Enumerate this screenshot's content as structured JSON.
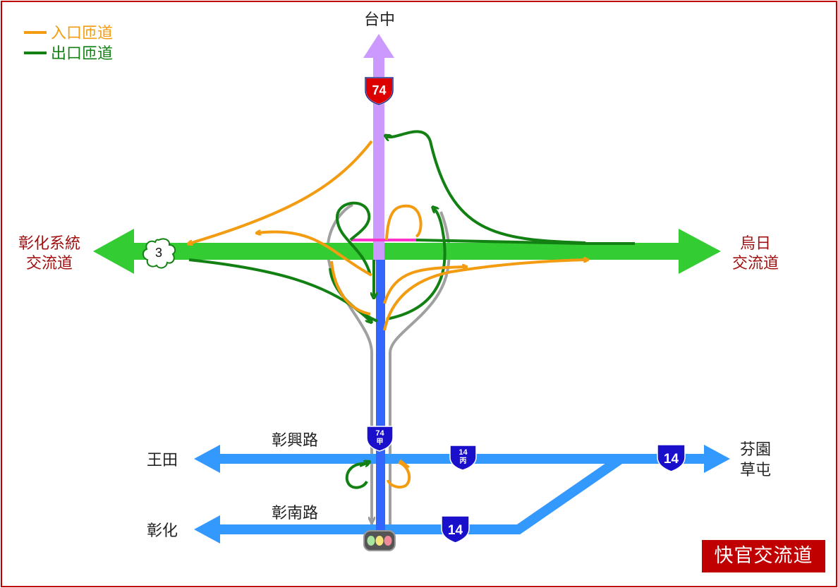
{
  "legend": {
    "entry_label": "入口匝道",
    "exit_label": "出口匝道",
    "entry_color": "#f39c12",
    "exit_color": "#138013"
  },
  "destinations": {
    "north": "台中",
    "west_line1": "彰化系統",
    "west_line2": "交流道",
    "east_line1": "烏日",
    "east_line2": "交流道",
    "wangtian": "王田",
    "fenyuan_line1": "芬園",
    "fenyuan_line2": "草屯",
    "changhua": "彰化"
  },
  "roads": {
    "zhangxing": "彰興路",
    "zhangnan": "彰南路"
  },
  "shields": {
    "route74": "74",
    "route3": "3",
    "route74a_num": "74",
    "route74a_suffix": "甲",
    "route14c_num": "14",
    "route14c_suffix": "丙",
    "route14_upper": "14",
    "route14_lower": "14"
  },
  "title": "快官交流道",
  "colors": {
    "freeway74": "#cc99ff",
    "freeway3": "#33cc33",
    "expressway74a": "#3366ff",
    "surface_road": "#3399ff",
    "flyover": "#999999",
    "overpass_marker": "#ff33cc",
    "border": "#c00000"
  },
  "icons": [
    "traffic-light-icon",
    "route-74-shield-icon",
    "route-3-plum-shield-icon",
    "route-14-shield-icon"
  ]
}
